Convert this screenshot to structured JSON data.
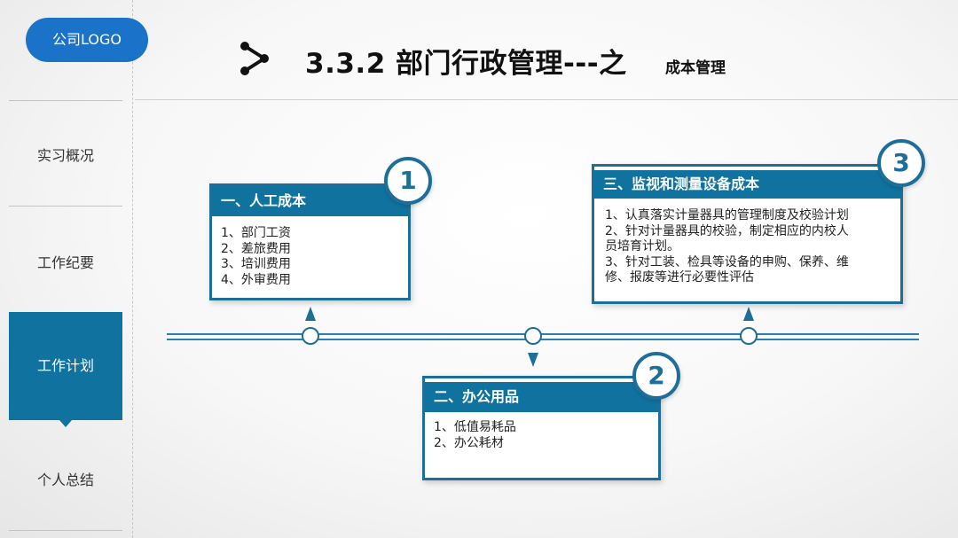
{
  "logo": {
    "text": "公司LOGO"
  },
  "sidebar": {
    "items": [
      {
        "label": "实习概况"
      },
      {
        "label": "工作纪要"
      },
      {
        "label": "工作计划",
        "active": true
      },
      {
        "label": "个人总结"
      }
    ]
  },
  "header": {
    "title": "3.3.2  部门行政管理---之",
    "subtitle": "成本管理",
    "icon": "share-node-icon"
  },
  "cards": [
    {
      "number": "1",
      "title": "一、人工成本",
      "lines": [
        "1、部门工资",
        "2、差旅费用",
        "3、培训费用",
        "4、外审费用"
      ]
    },
    {
      "number": "2",
      "title": "二、办公用品",
      "lines": [
        "1、低值易耗品",
        "2、办公耗材"
      ]
    },
    {
      "number": "3",
      "title": "三、监视和测量设备成本",
      "lines": [
        "1、认真落实计量器具的管理制度及校验计划",
        "2、针对计量器具的校验，制定相应的内校人",
        "员培育计划。",
        "3、针对工装、检具等设备的申购、保养、维",
        "修、报废等进行必要性评估"
      ]
    }
  ],
  "colors": {
    "accent": "#10729e",
    "logo_blue": "#1a73c9",
    "border": "#1d6e99"
  }
}
